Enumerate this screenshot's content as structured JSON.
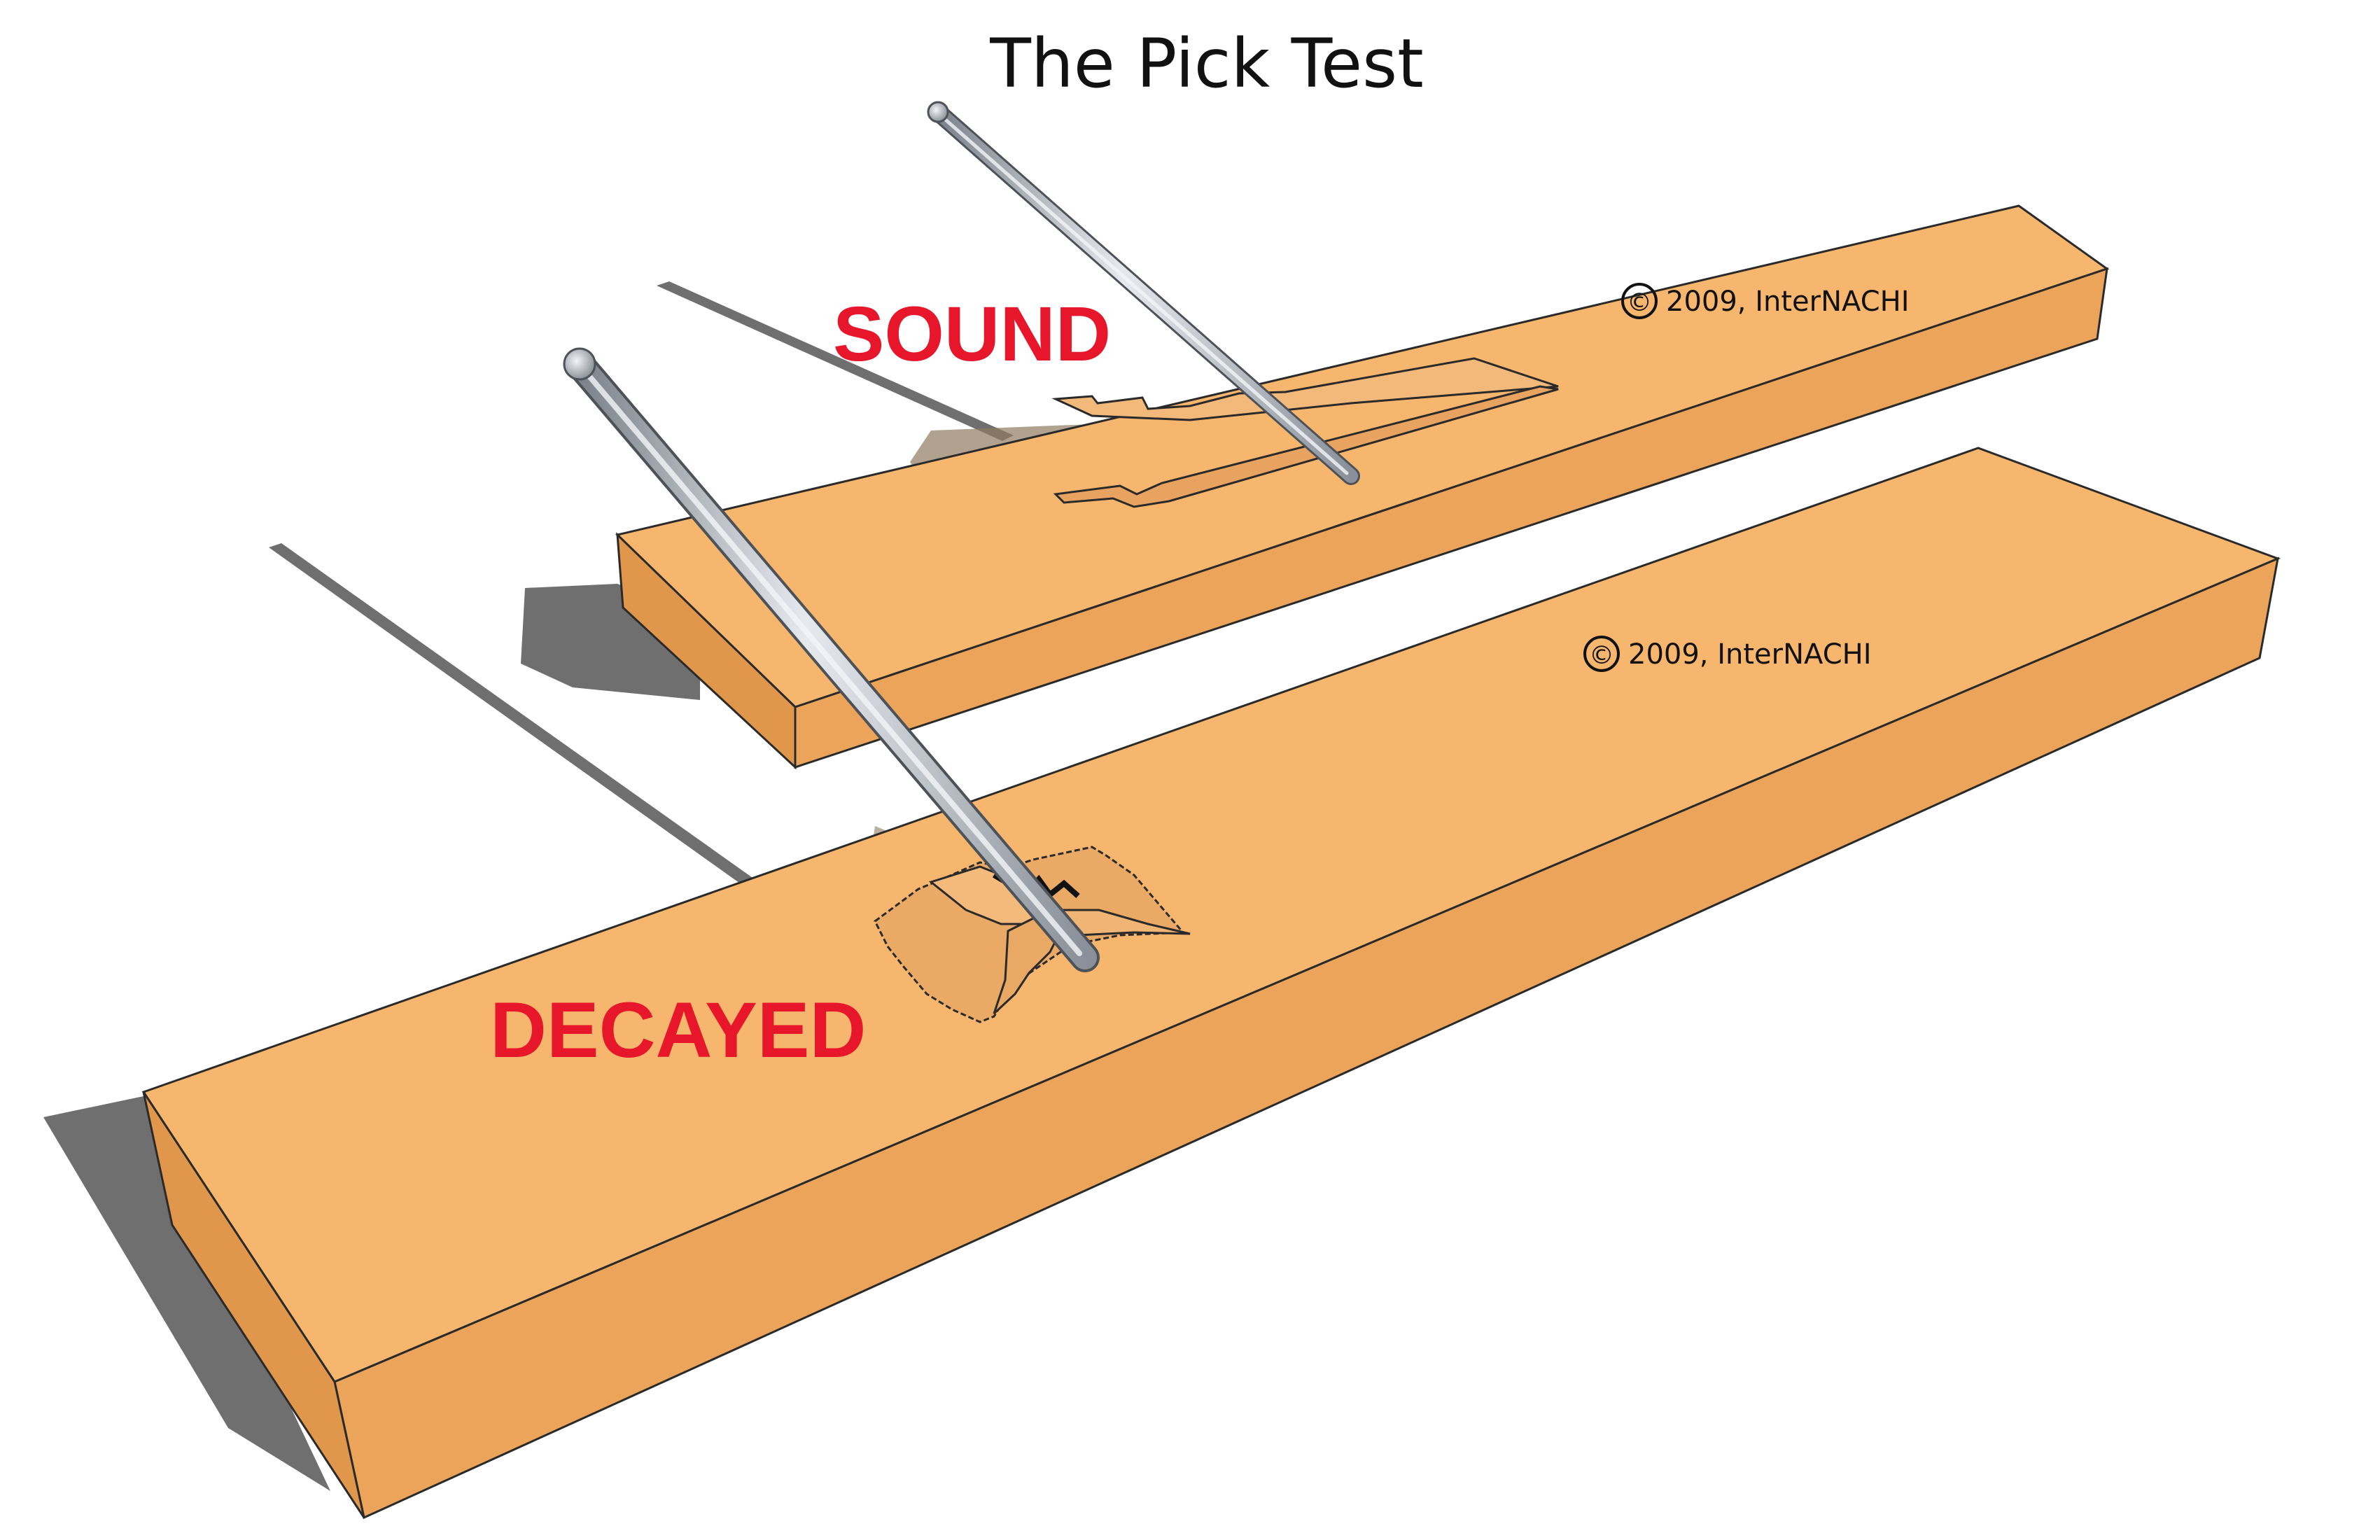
{
  "title": "The Pick Test",
  "labels": {
    "sound": "SOUND",
    "decayed": "DECAYED"
  },
  "copyright": {
    "symbol": "©",
    "upper_board_text": "2009, InterNACHI",
    "lower_board_text": "2009, InterNACHI"
  },
  "colors": {
    "wood_top": "#f7b66e",
    "wood_side": "#eca45a",
    "wood_end": "#e0974c",
    "label_red": "#e8162a",
    "shadow": "#6f6f6f",
    "pick_metal": "#b7bcc4"
  }
}
